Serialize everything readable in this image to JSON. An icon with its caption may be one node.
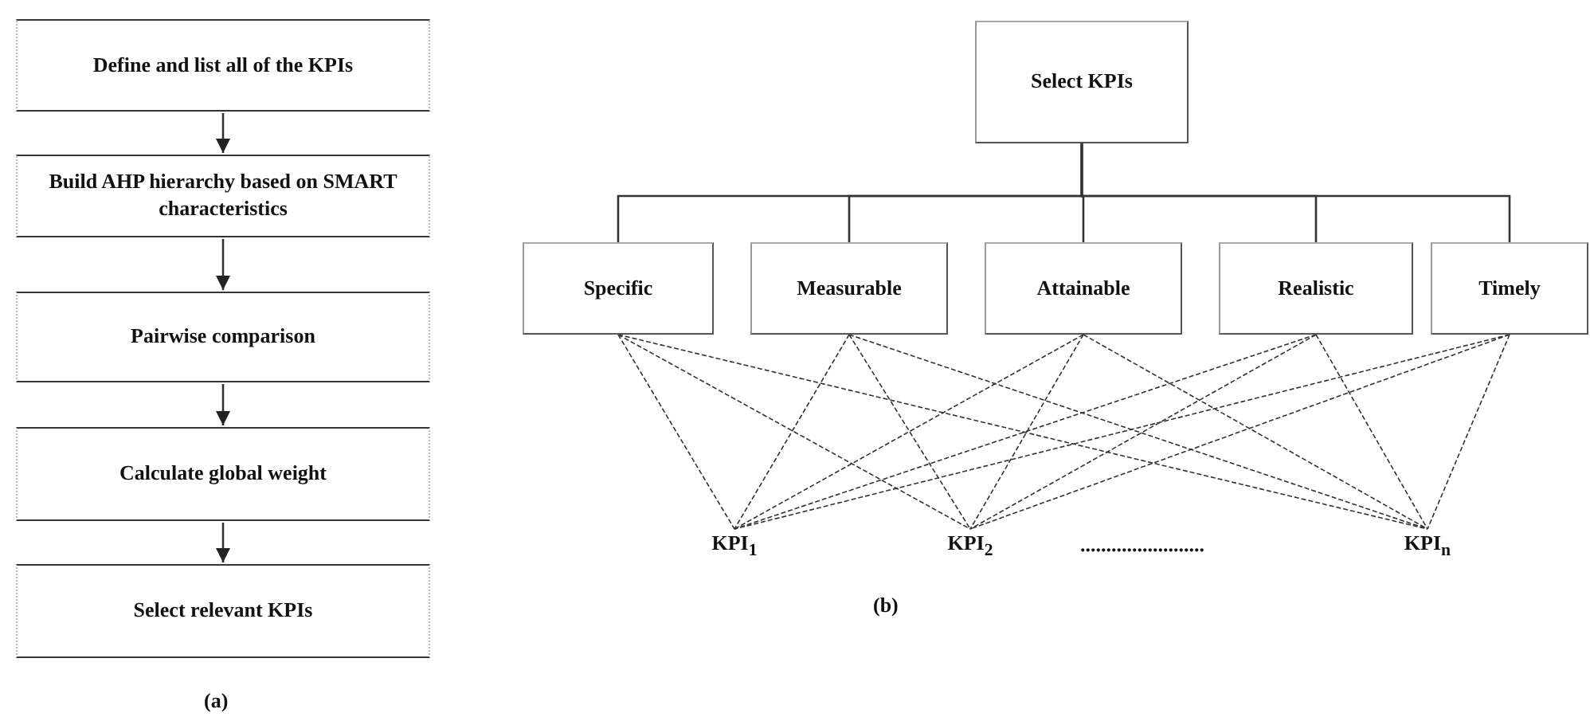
{
  "diagram": {
    "nodes": [
      {
        "text": [
          "Define and list all of the KPIs"
        ]
      },
      {
        "text": [
          "Build AHP hierarchy based on SMART characteristics"
        ]
      },
      {
        "text": [
          "Pairwise comparison"
        ]
      },
      {
        "text": [
          "Calculate global weight"
        ]
      },
      {
        "text": [
          "Select relevant KPIs"
        ]
      },
      {
        "text": [
          "Select KPIs"
        ]
      },
      {
        "text": [
          "Specific"
        ]
      },
      {
        "text": [
          "Measurable"
        ]
      },
      {
        "text": [
          "Attainable"
        ]
      },
      {
        "text": [
          "Realistic"
        ]
      },
      {
        "text": [
          "Timely"
        ]
      },
      {
        "text": [
          "KPI$_{1}$"
        ]
      },
      {
        "text": [
          "KPI$_{2}$"
        ]
      },
      {
        "text": [
          "KPI$_{n}$"
        ]
      }
    ],
    "edges": [
      {
        "from": 0,
        "to": 1,
        "arrow": "to"
      },
      {
        "from": 1,
        "to": 2,
        "arrow": "to"
      },
      {
        "from": 2,
        "to": 3,
        "arrow": "to"
      },
      {
        "from": 3,
        "to": 4,
        "arrow": "to"
      },
      {
        "from": 5,
        "to": 6,
        "arrow": "none"
      },
      {
        "from": 5,
        "to": 7,
        "arrow": "none"
      },
      {
        "from": 5,
        "to": 8,
        "arrow": "none"
      },
      {
        "from": 5,
        "to": 9,
        "arrow": "none"
      },
      {
        "from": 5,
        "to": 10,
        "arrow": "none"
      },
      {
        "from": 6,
        "to": 11,
        "arrow": "none",
        "style": "dashed"
      },
      {
        "from": 6,
        "to": 12,
        "arrow": "none",
        "style": "dashed"
      },
      {
        "from": 6,
        "to": 13,
        "arrow": "none",
        "style": "dashed"
      },
      {
        "from": 7,
        "to": 11,
        "arrow": "none",
        "style": "dashed"
      },
      {
        "from": 7,
        "to": 12,
        "arrow": "none",
        "style": "dashed"
      },
      {
        "from": 7,
        "to": 13,
        "arrow": "none",
        "style": "dashed"
      },
      {
        "from": 8,
        "to": 11,
        "arrow": "none",
        "style": "dashed"
      },
      {
        "from": 8,
        "to": 12,
        "arrow": "none",
        "style": "dashed"
      },
      {
        "from": 8,
        "to": 13,
        "arrow": "none",
        "style": "dashed"
      },
      {
        "from": 9,
        "to": 11,
        "arrow": "none",
        "style": "dashed"
      },
      {
        "from": 9,
        "to": 12,
        "arrow": "none",
        "style": "dashed"
      },
      {
        "from": 9,
        "to": 13,
        "arrow": "none",
        "style": "dashed"
      },
      {
        "from": 10,
        "to": 11,
        "arrow": "none",
        "style": "dashed"
      },
      {
        "from": 10,
        "to": 12,
        "arrow": "none",
        "style": "dashed"
      },
      {
        "from": 10,
        "to": 13,
        "arrow": "none",
        "style": "dashed"
      }
    ],
    "labels": [
      "(a)",
      "(b)",
      "........................"
    ]
  }
}
